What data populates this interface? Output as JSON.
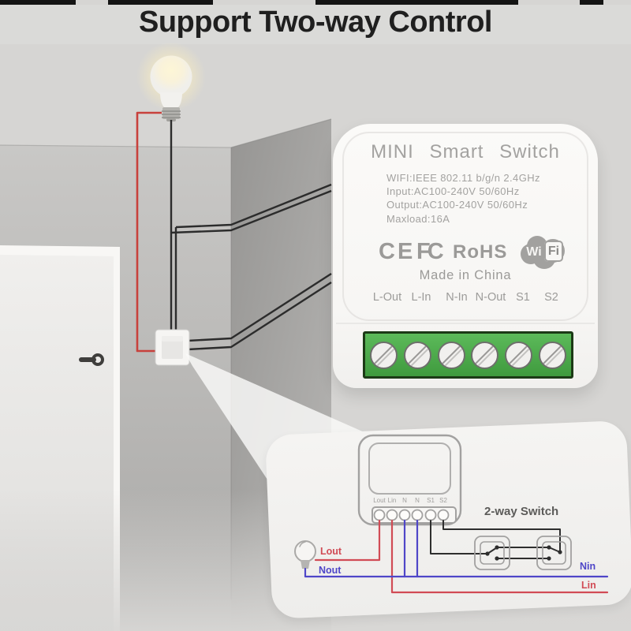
{
  "title": "Support Two-way Control",
  "product": {
    "name": "MINI Smart Switch",
    "specs": [
      "WIFI:IEEE 802.11 b/g/n 2.4GHz",
      "Input:AC100-240V 50/60Hz",
      "Output:AC100-240V 50/60Hz",
      "Maxload:16A"
    ],
    "cert_ce": "CE",
    "cert_fcc": "FC",
    "cert_rohs": "RoHS",
    "wifi_badge": {
      "wi": "Wi",
      "fi": "Fi"
    },
    "made_in": "Made in China",
    "terminals": [
      "L-Out",
      "L-In",
      "N-In",
      "N-Out",
      "S1",
      "S2"
    ]
  },
  "diagram": {
    "terminals": [
      "Lout",
      "Lin",
      "N",
      "N",
      "S1",
      "S2"
    ],
    "switch_label": "2-way Switch",
    "wire_labels": {
      "lout": "Lout",
      "nout": "Nout",
      "nin": "Nin",
      "lin": "Lin"
    }
  },
  "colors": {
    "live_wire_red": "#c8413c",
    "diagram_red": "#d14b55",
    "neutral_blue": "#4f46c8",
    "terminal_green": "#4cab4a"
  }
}
